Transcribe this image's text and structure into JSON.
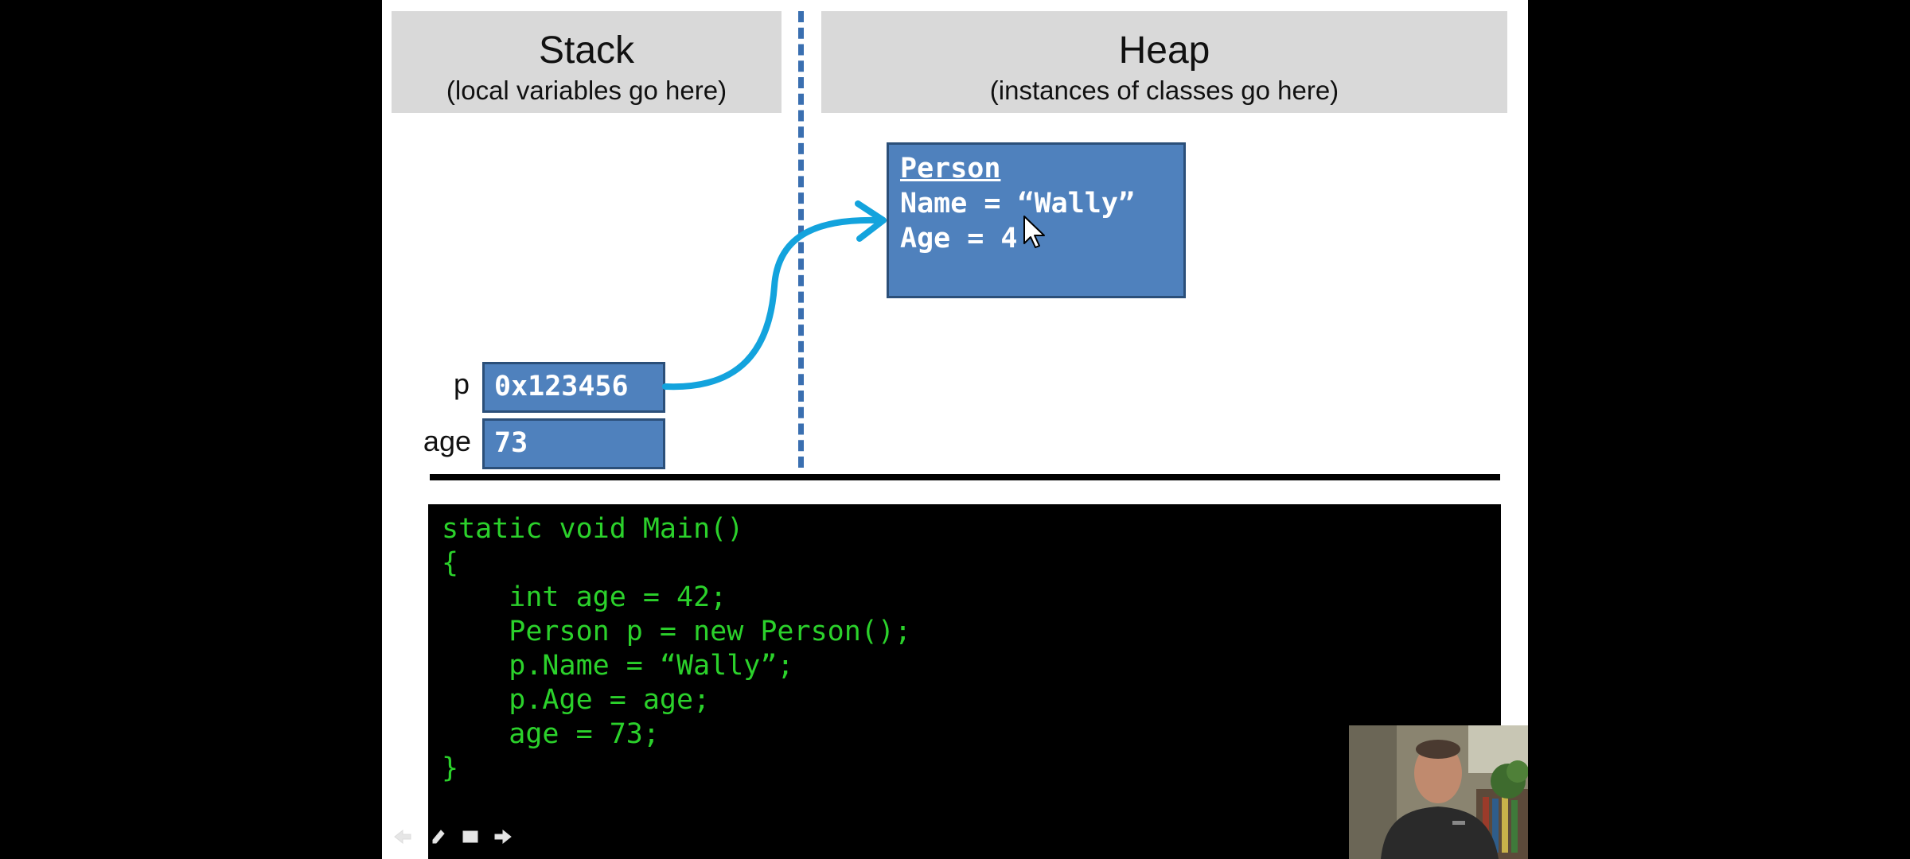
{
  "stack": {
    "title": "Stack",
    "subtitle": "(local variables go here)",
    "variables": [
      {
        "label": "p",
        "value": "0x123456"
      },
      {
        "label": "age",
        "value": "73"
      }
    ]
  },
  "heap": {
    "title": "Heap",
    "subtitle": "(instances of classes go here)",
    "object": {
      "class_name": "Person",
      "fields": [
        "Name = “Wally”",
        "Age = 4"
      ]
    }
  },
  "code": {
    "lines": [
      "static void Main()",
      "{",
      "    int age = 42;",
      "    Person p = new Person();",
      "    p.Name = “Wally”;",
      "    p.Age = age;",
      "    age = 73;",
      "}"
    ]
  },
  "colors": {
    "box_fill": "#4f81bd",
    "arrow": "#13a3dd",
    "code_text": "#2bd12b",
    "header_bg": "#d9d9d9"
  },
  "icons": {
    "cursor": "mouse-pointer-icon",
    "webcam": "presenter-webcam"
  }
}
